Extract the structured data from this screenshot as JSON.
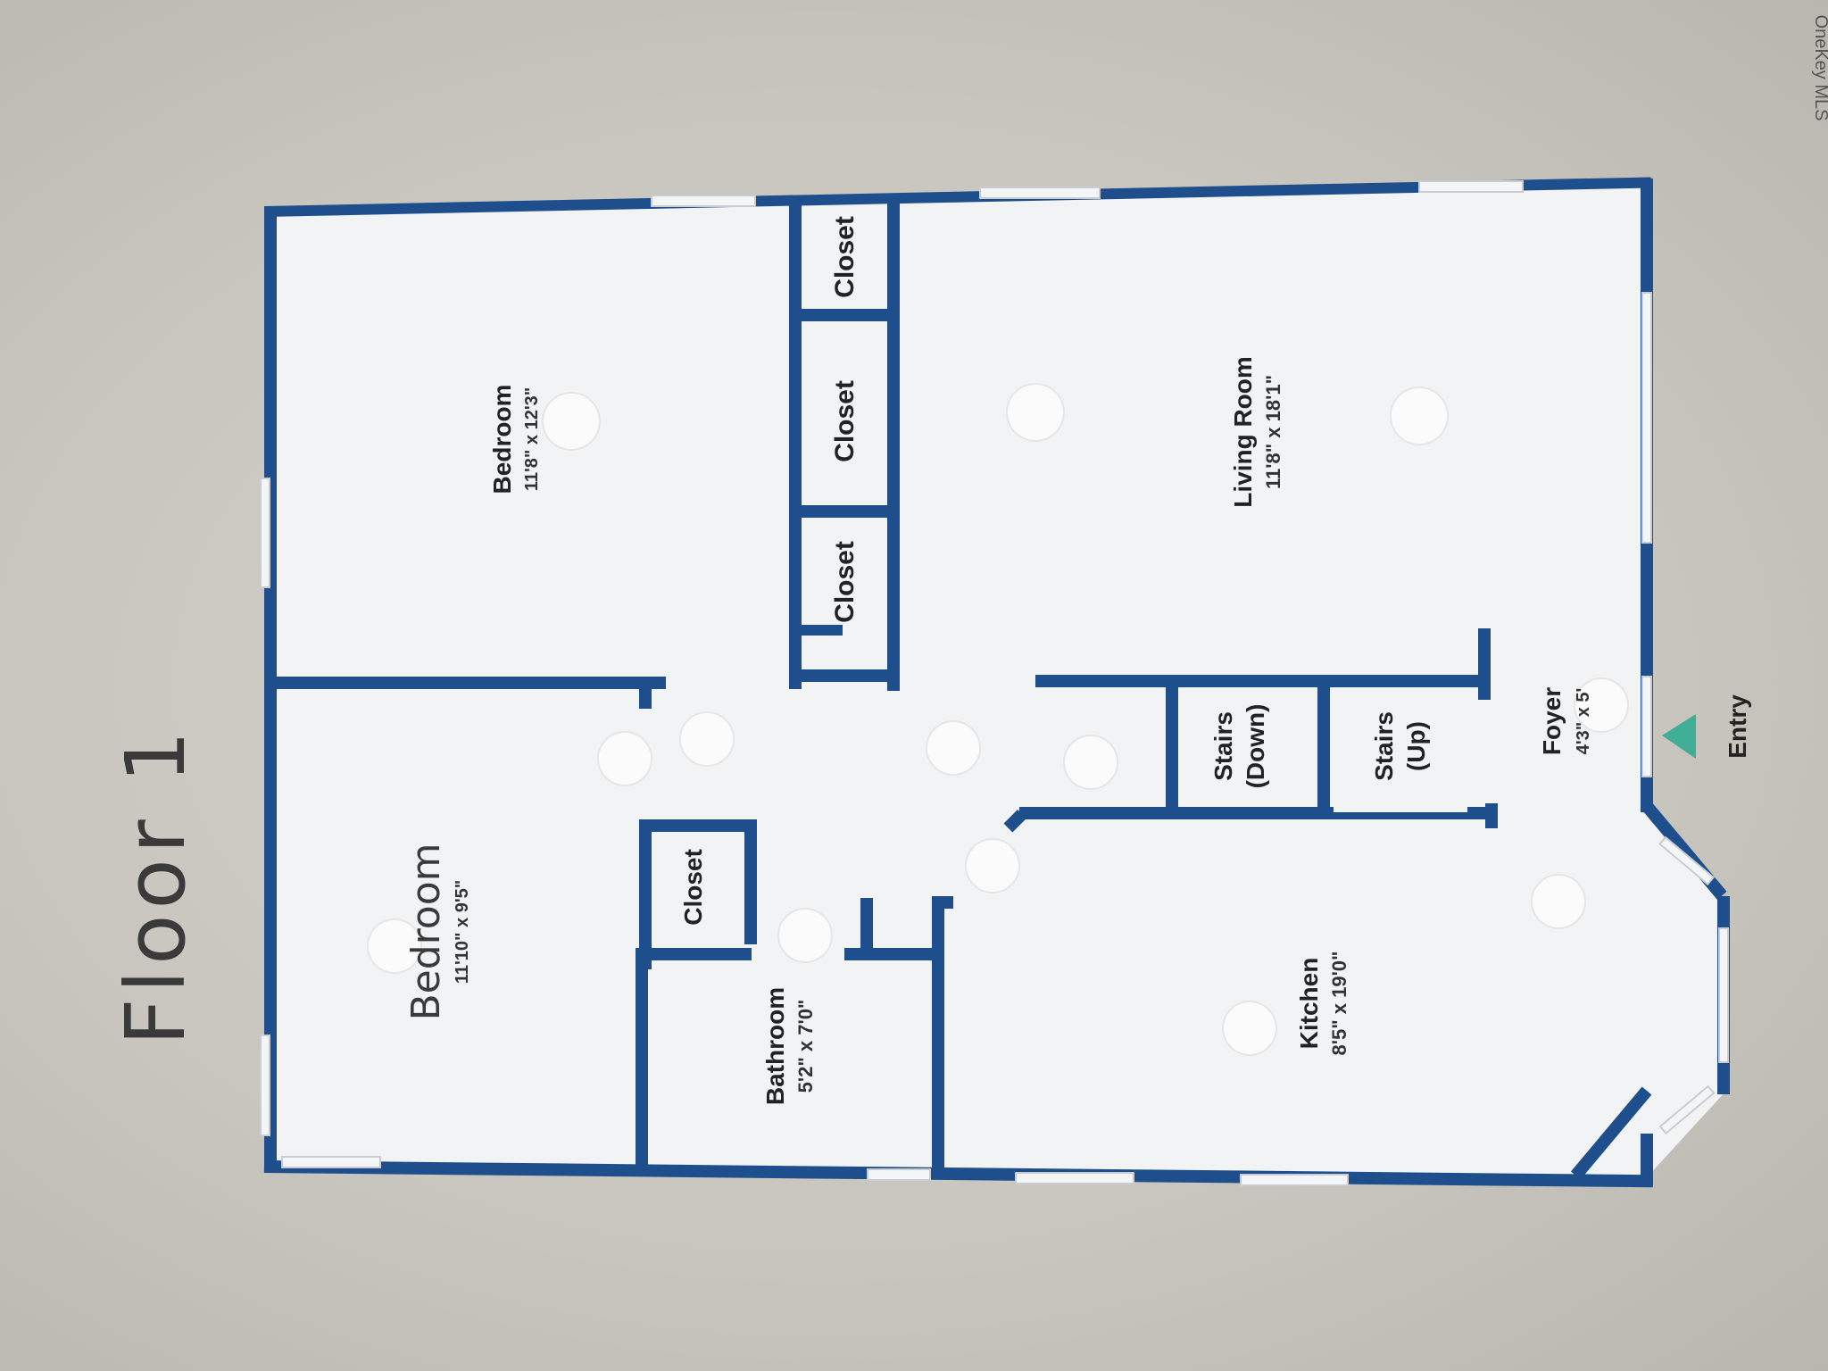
{
  "watermark": "OneKey MLS",
  "floor_title": "Floor 1",
  "rooms": {
    "bedroom_top": {
      "name": "Bedroom",
      "dims": "11'8\" x 12'3\""
    },
    "bedroom_bottom": {
      "name": "Bedroom",
      "dims": "11'10\" x 9'5\""
    },
    "living_room": {
      "name": "Living Room",
      "dims": "11'8\" x 18'1\""
    },
    "kitchen": {
      "name": "Kitchen",
      "dims": "8'5\" x 19'0\""
    },
    "bathroom": {
      "name": "Bathroom",
      "dims": "5'2\" x 7'0\""
    },
    "foyer": {
      "name": "Foyer",
      "dims": "4'3\" x 5'"
    },
    "stairs_down": {
      "line1": "Stairs",
      "line2": "(Down)"
    },
    "stairs_up": {
      "line1": "Stairs",
      "line2": "(Up)"
    },
    "closet_label": "Closet"
  },
  "entry_label": "Entry",
  "colors": {
    "wall": "#1f4e8c",
    "floor": "#f1f3f4",
    "entry_marker": "#3fae94",
    "paper": "#c8c5be"
  }
}
